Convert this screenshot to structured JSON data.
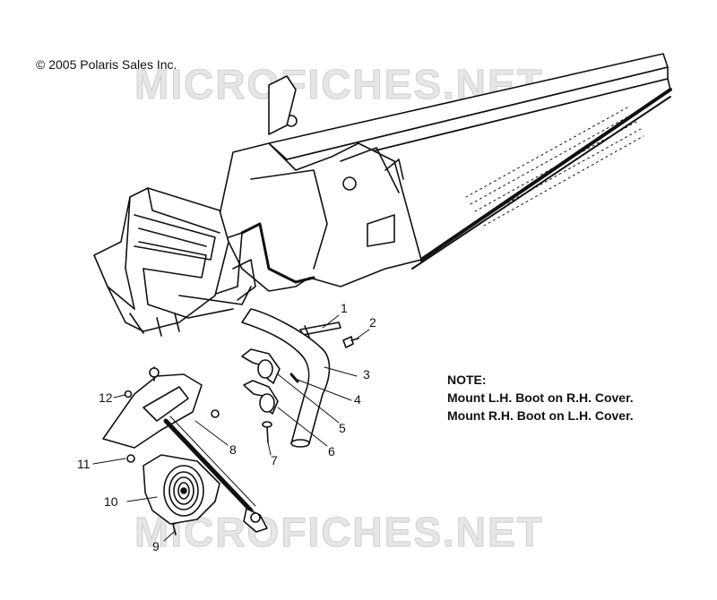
{
  "copyright": "© 2005 Polaris Sales Inc.",
  "watermark": "MICROFICHES.NET",
  "note": {
    "title": "NOTE:",
    "lines": [
      "Mount L.H. Boot on R.H. Cover.",
      "Mount R.H. Boot on L.H. Cover."
    ]
  },
  "callouts": [
    "1",
    "2",
    "3",
    "4",
    "5",
    "6",
    "7",
    "8",
    "9",
    "10",
    "11",
    "12"
  ]
}
